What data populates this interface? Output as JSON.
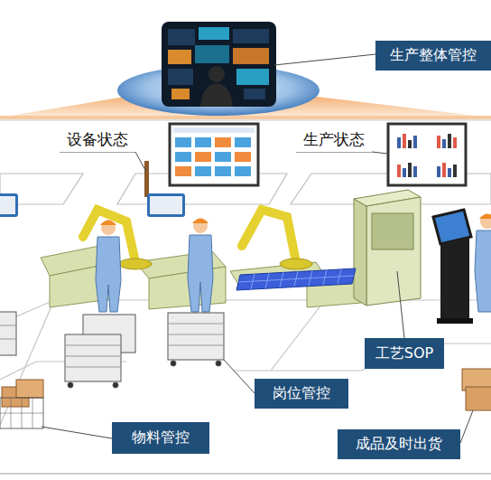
{
  "diagram": {
    "nodes": [
      {
        "text": [
          "生产整体管控"
        ]
      },
      {
        "text": [
          "设备状态"
        ]
      },
      {
        "text": [
          "生产状态"
        ]
      },
      {
        "text": [
          "工艺SOP"
        ]
      },
      {
        "text": [
          "岗位管控"
        ]
      },
      {
        "text": [
          "物料管控"
        ]
      },
      {
        "text": [
          "成品及时出货"
        ]
      }
    ]
  }
}
